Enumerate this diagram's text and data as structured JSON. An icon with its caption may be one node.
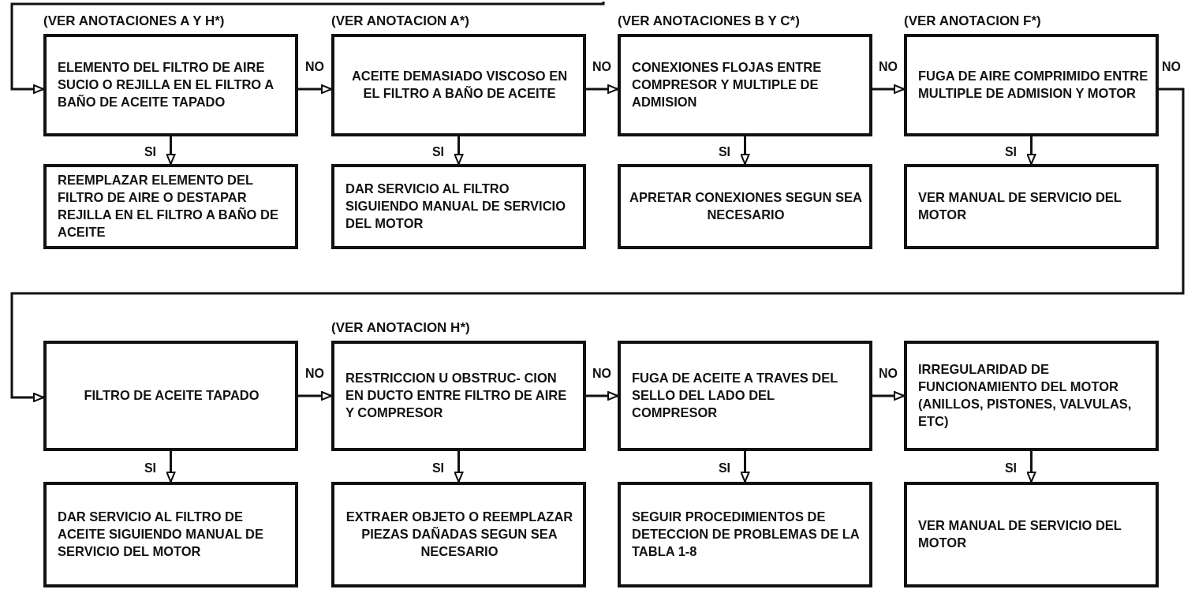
{
  "diagram": {
    "nodes": [
      {
        "text": [
          "(VER ANOTACIONES A Y H*)",
          "ELEMENTO DEL FILTRO DE AIRE SUCIO O REJILLA EN EL FILTRO A BAÑO DE ACEITE TAPADO"
        ]
      },
      {
        "text": [
          "(VER ANOTACION A*)",
          "ACEITE DEMASIADO VISCOSO EN EL FILTRO A BAÑO DE ACEITE"
        ]
      },
      {
        "text": [
          "(VER ANOTACIONES B Y C*)",
          "CONEXIONES FLOJAS ENTRE COMPRESOR Y MULTIPLE DE ADMISION"
        ]
      },
      {
        "text": [
          "(VER ANOTACION F*)",
          "FUGA DE AIRE COMPRIMIDO ENTRE MULTIPLE DE ADMISION Y MOTOR"
        ]
      },
      {
        "text": [
          "REEMPLAZAR ELEMENTO DEL FILTRO DE AIRE O DESTAPAR REJILLA EN EL FILTRO A BAÑO DE ACEITE"
        ]
      },
      {
        "text": [
          "DAR SERVICIO AL FILTRO SIGUIENDO MANUAL DE SERVICIO DEL MOTOR"
        ]
      },
      {
        "text": [
          "APRETAR CONEXIONES SEGUN SEA NECESARIO"
        ]
      },
      {
        "text": [
          "VER MANUAL DE SERVICIO DEL MOTOR"
        ]
      },
      {
        "text": [
          "FILTRO DE ACEITE TAPADO"
        ]
      },
      {
        "text": [
          "(VER ANOTACION H*)",
          "RESTRICCION U OBSTRUC- CION EN DUCTO ENTRE FILTRO DE AIRE Y COMPRESOR"
        ]
      },
      {
        "text": [
          "FUGA DE ACEITE A TRAVES DEL SELLO DEL LADO DEL COMPRESOR"
        ]
      },
      {
        "text": [
          "IRREGULARIDAD DE FUNCIONAMIENTO DEL MOTOR (ANILLOS, PISTONES, VALVULAS, ETC)"
        ]
      },
      {
        "text": [
          "DAR SERVICIO AL FILTRO DE ACEITE SIGUIENDO MANUAL DE SERVICIO DEL MOTOR"
        ]
      },
      {
        "text": [
          "EXTRAER OBJETO O REEMPLAZAR PIEZAS DAÑADAS SEGUN SEA NECESARIO"
        ]
      },
      {
        "text": [
          "SEGUIR PROCEDIMIENTOS DE DETECCION DE PROBLEMAS DE LA TABLA 1-8"
        ]
      },
      {
        "text": [
          "VER MANUAL DE SERVICIO DEL MOTOR"
        ]
      }
    ],
    "edges": [
      {
        "from": null,
        "to": 0,
        "arrow": "to"
      },
      {
        "from": 0,
        "to": 1,
        "arrow": "to",
        "label": "NO"
      },
      {
        "from": 1,
        "to": 2,
        "arrow": "to",
        "label": "NO"
      },
      {
        "from": 2,
        "to": 3,
        "arrow": "to",
        "label": "NO"
      },
      {
        "from": 3,
        "to": 8,
        "arrow": "to",
        "label": "NO"
      },
      {
        "from": 0,
        "to": 4,
        "arrow": "to",
        "label": "SI"
      },
      {
        "from": 1,
        "to": 5,
        "arrow": "to",
        "label": "SI"
      },
      {
        "from": 2,
        "to": 6,
        "arrow": "to",
        "label": "SI"
      },
      {
        "from": 3,
        "to": 7,
        "arrow": "to",
        "label": "SI"
      },
      {
        "from": 8,
        "to": 9,
        "arrow": "to",
        "label": "NO"
      },
      {
        "from": 9,
        "to": 10,
        "arrow": "to",
        "label": "NO"
      },
      {
        "from": 10,
        "to": 11,
        "arrow": "to",
        "label": "NO"
      },
      {
        "from": 8,
        "to": 12,
        "arrow": "to",
        "label": "SI"
      },
      {
        "from": 9,
        "to": 13,
        "arrow": "to",
        "label": "SI"
      },
      {
        "from": 10,
        "to": 14,
        "arrow": "to",
        "label": "SI"
      },
      {
        "from": 11,
        "to": 15,
        "arrow": "to",
        "label": "SI"
      }
    ]
  }
}
